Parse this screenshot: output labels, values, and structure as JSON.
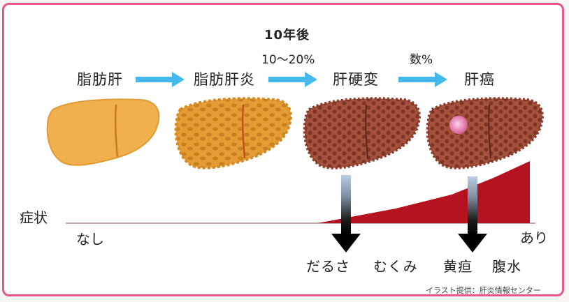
{
  "header": {
    "years_label": "10年後",
    "pct_1": "10〜20%",
    "pct_2": "数%"
  },
  "stages": [
    {
      "label": "脂肪肝",
      "icon": "smooth-liver-icon"
    },
    {
      "label": "脂肪肝炎",
      "icon": "bumpy-liver-icon"
    },
    {
      "label": "肝硬変",
      "icon": "cirrhotic-liver-icon"
    },
    {
      "label": "肝癌",
      "icon": "cancerous-liver-icon"
    }
  ],
  "symptoms": {
    "axis_label": "症状",
    "start_label": "なし",
    "end_label": "あり",
    "symptom_list": [
      "だるさ",
      "むくみ",
      "黄疸",
      "腹水"
    ]
  },
  "credit": "イラスト提供：肝炎情報センター",
  "colors": {
    "border": "#e9548f",
    "arrow": "#45b8ec",
    "liver_fatty": "#f0b04c",
    "liver_nash": "#e29a2e",
    "liver_cirrhosis": "#9b4a38",
    "tumor": "#e47fb2",
    "symptom_fill": "#b5131f"
  }
}
